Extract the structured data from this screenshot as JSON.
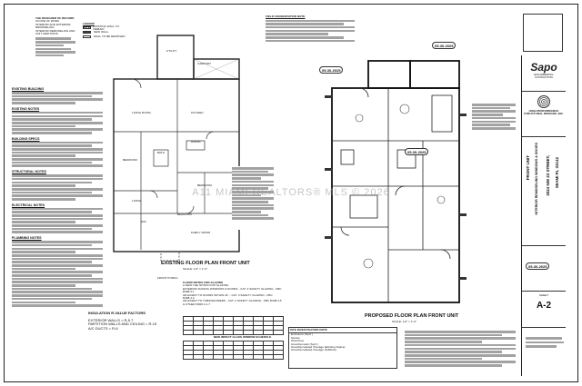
{
  "owner_block": {
    "heading": "THE DESIGNER OF RECORD",
    "lines": [
      "SCOPE OF WORK",
      "INTERIOR AND EXTERIOR REMODELING",
      "INTERIOR REMODELING AND UNIT ADDITIONS"
    ]
  },
  "general_notes": {
    "heading": "EXISTING BUILDING",
    "subheads": [
      "EXISTING NOTES",
      "BUILDING SPECS",
      "STRUCTURAL NOTES",
      "ELECTRICAL NOTES",
      "PLUMBING NOTES"
    ]
  },
  "field_note": {
    "title": "FIELD CONSERVATION NOTE"
  },
  "existing_plan": {
    "title": "EXISTING FLOOR PLAN FRONT UNIT",
    "scale": "SCALE: 1/4\" = 1'-0\"",
    "rooms": [
      "LIVING ROOM",
      "KITCHEN",
      "DINING",
      "BEDROOM",
      "BEDROOM",
      "BATH",
      "FAMILY ROOM",
      "FRONT PORCH",
      "CARPORT",
      "UTILITY",
      "LIVING",
      "WIC",
      "BEDROOM"
    ]
  },
  "proposed_plan": {
    "title": "PROPOSED FLOOR PLAN FRONT UNIT",
    "scale": "SCALE: 1/4\" = 1'-0\"",
    "revision_tags": [
      "05-30-2025",
      "05-30-2025",
      "05-30-2025"
    ]
  },
  "glazing_notes": {
    "title": "FLOOR NOTES FOR GLAZING",
    "lines": [
      "A.NEW THE NOTES FOR GLAZING",
      "EXTERIOR SLIDING WINDOWS & DOORS - CAT. 3 SAFETY GLAZING - FBC",
      "R308.4.1",
      "ADJACENT TO DOORS WITHIN 24\" - CAT. 3 SAFETY GLAZING - FBC",
      "R308.4.2",
      "ADJACENT TO TUBS/SHOWERS - CAT. 2 SAFETY GLAZING - FBC R308.4.5",
      "& OTHER R308.4.1-7"
    ]
  },
  "insulation": {
    "title": "INSULATION R-VALUE FACTORS",
    "lines": [
      "EXTERIOR WALLS = R-5.7",
      "PARTITION WALLS AND CEILING = R-19",
      "A/C DUCTS = R-6"
    ]
  },
  "site_notes": {
    "title": "SITE INVESTIGATION NOTE",
    "rows": [
      "Enclosure (Sq.ft.)",
      "Stories",
      "Total Area",
      "Area Remodel (Sq.ft.)",
      "Area Remodeled Overage (Existing Space)",
      "Area Remodeled Overage (Addition)"
    ]
  },
  "schedule": {
    "title": "NEW IMPACT GLASS WINDOW SCHEDULE"
  },
  "legend": {
    "title": "LEGEND",
    "items": [
      "EXISTING WALL TO REMAIN",
      "NEW WALL",
      "WALL TO BE REMOVED"
    ]
  },
  "title_block": {
    "logo_text": "Sapo",
    "firm_lines": [
      "ENGINEERING",
      "CONSULTING"
    ],
    "firm_name": "HIGH-PERFORMANCE STRUCTURAL DESIGNS, INC.",
    "project_vertical": [
      "FRONT UNIT",
      "INTERIOR REMODELING WINDOWS & DOORS",
      "3024 NW 23 STREET,",
      "MIAMI FL 33142"
    ],
    "revision": "05-30-2025",
    "sheet_label": "SHEET",
    "sheet_number": "A-2"
  },
  "watermark": "A11 MIAMI REALTORS® MLS © 2026"
}
